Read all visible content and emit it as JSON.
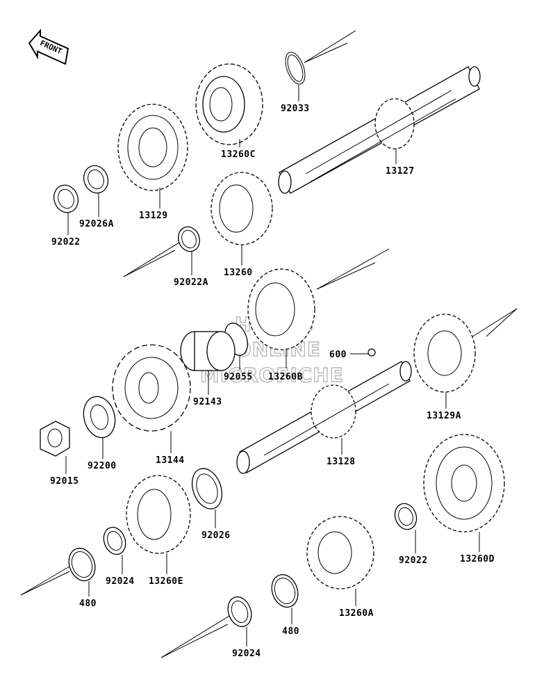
{
  "front_label": "FRONT",
  "watermark": {
    "line1": "HLSMS",
    "line2": "ONLINE",
    "line3": "MICROFICHE"
  },
  "parts": [
    {
      "id": "92033",
      "label": "92033"
    },
    {
      "id": "13260C",
      "label": "13260C"
    },
    {
      "id": "13127",
      "label": "13127"
    },
    {
      "id": "13129",
      "label": "13129"
    },
    {
      "id": "92026A",
      "label": "92026A"
    },
    {
      "id": "92022-top",
      "label": "92022"
    },
    {
      "id": "92022A",
      "label": "92022A"
    },
    {
      "id": "13260",
      "label": "13260"
    },
    {
      "id": "600",
      "label": "600"
    },
    {
      "id": "92055",
      "label": "92055"
    },
    {
      "id": "13260B",
      "label": "13260B"
    },
    {
      "id": "92143",
      "label": "92143"
    },
    {
      "id": "13129A",
      "label": "13129A"
    },
    {
      "id": "13144",
      "label": "13144"
    },
    {
      "id": "92200",
      "label": "92200"
    },
    {
      "id": "92015",
      "label": "92015"
    },
    {
      "id": "13128",
      "label": "13128"
    },
    {
      "id": "92026",
      "label": "92026"
    },
    {
      "id": "92022-bottom",
      "label": "92022"
    },
    {
      "id": "13260D",
      "label": "13260D"
    },
    {
      "id": "480-left",
      "label": "480"
    },
    {
      "id": "92024-left",
      "label": "92024"
    },
    {
      "id": "13260E",
      "label": "13260E"
    },
    {
      "id": "480-right",
      "label": "480"
    },
    {
      "id": "13260A",
      "label": "13260A"
    },
    {
      "id": "92024-bottom",
      "label": "92024"
    }
  ]
}
